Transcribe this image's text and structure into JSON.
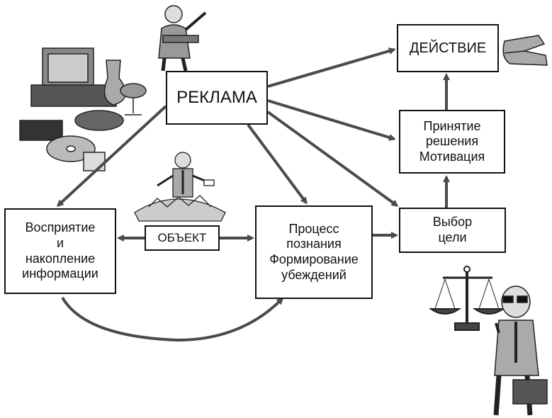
{
  "diagram": {
    "nodes": {
      "reklama": "РЕКЛАМА",
      "deystvie": "ДЕЙСТВИЕ",
      "prinyatie": "Принятие\nрешения\nМотивация",
      "vybor": "Выбор\nцели",
      "process": "Процесс\nпознания\nФормирование\nубеждений",
      "vospriyatie": "Восприятие\nи\nнакопление\nинформации",
      "obekt": "ОБЪЕКТ"
    },
    "edges": [
      {
        "from": "reklama",
        "to": "deystvie"
      },
      {
        "from": "reklama",
        "to": "prinyatie"
      },
      {
        "from": "reklama",
        "to": "vybor"
      },
      {
        "from": "reklama",
        "to": "process"
      },
      {
        "from": "reklama",
        "to": "vospriyatie"
      },
      {
        "from": "obekt",
        "to": "vospriyatie"
      },
      {
        "from": "obekt",
        "to": "process"
      },
      {
        "from": "process",
        "to": "vybor"
      },
      {
        "from": "vybor",
        "to": "prinyatie"
      },
      {
        "from": "prinyatie",
        "to": "deystvie"
      },
      {
        "from": "vospriyatie",
        "to": "process"
      }
    ],
    "illustrations": [
      "speaker-man-icon",
      "pointing-hand-icon",
      "computer-goods-icon",
      "money-pile-man-icon",
      "scales-icon",
      "businessman-icon"
    ],
    "colors": {
      "line": "#4a4a4a",
      "box_border": "#111111",
      "background": "#ffffff"
    }
  }
}
